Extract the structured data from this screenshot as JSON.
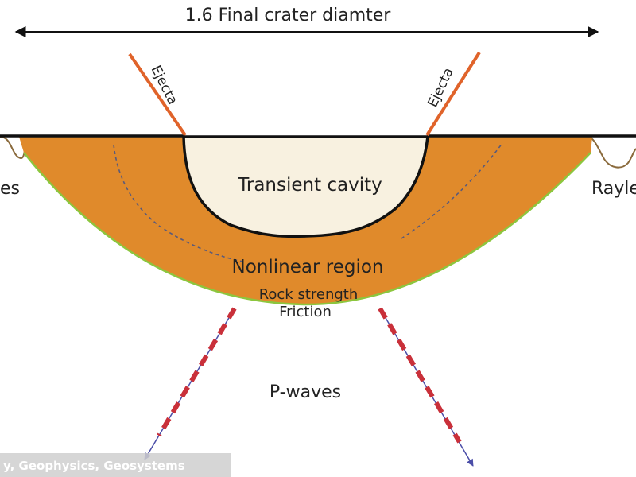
{
  "diagram": {
    "labels": {
      "diameter": "1.6 Final crater diamter",
      "ejecta_left": "Ejecta",
      "ejecta_right": "Ejecta",
      "transient_cavity": "Transient cavity",
      "nonlinear_region": "Nonlinear region",
      "rock_strength": "Rock strength",
      "friction": "Friction",
      "p_waves": "P-waves",
      "rayleigh_left_partial": "es",
      "rayleigh_right_partial": "Rayle"
    },
    "credit": "y, Geophysics, Geosystems",
    "colors": {
      "nonlinear_region": "#e08a2b",
      "transient_cavity": "#f8f1e0",
      "ejecta": "#e0632a",
      "boundary": "#8cc63e",
      "p_wave_dash": "#c9303a",
      "p_wave_core": "#4b4ea8",
      "surface_wave": "#8a6a3c"
    }
  }
}
